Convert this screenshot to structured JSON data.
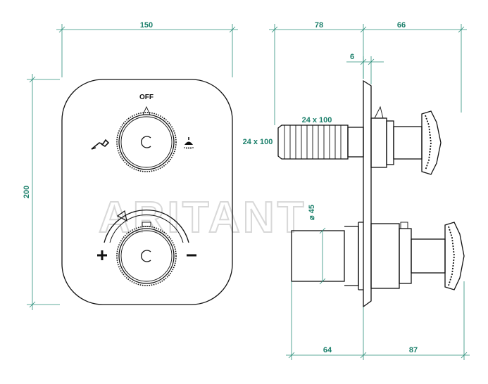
{
  "labels": {
    "off": "OFF"
  },
  "dimensions": {
    "front_width": "150",
    "front_height": "200",
    "side_depth_left": "78",
    "side_depth_right": "66",
    "plate_thickness": "6",
    "connection_top": "24 x 100",
    "connection_left": "24 x 100",
    "diameter": "⌀ 45",
    "bottom_left": "64",
    "bottom_right": "87"
  },
  "watermark": "ARITANT",
  "icons": {
    "top_left": "hand-shower-icon",
    "top_right": "overhead-shower-icon",
    "bottom_left": "plus-icon",
    "bottom_right": "minus-icon"
  },
  "colors": {
    "dimension": "#1a7f6a",
    "line": "#111111"
  }
}
